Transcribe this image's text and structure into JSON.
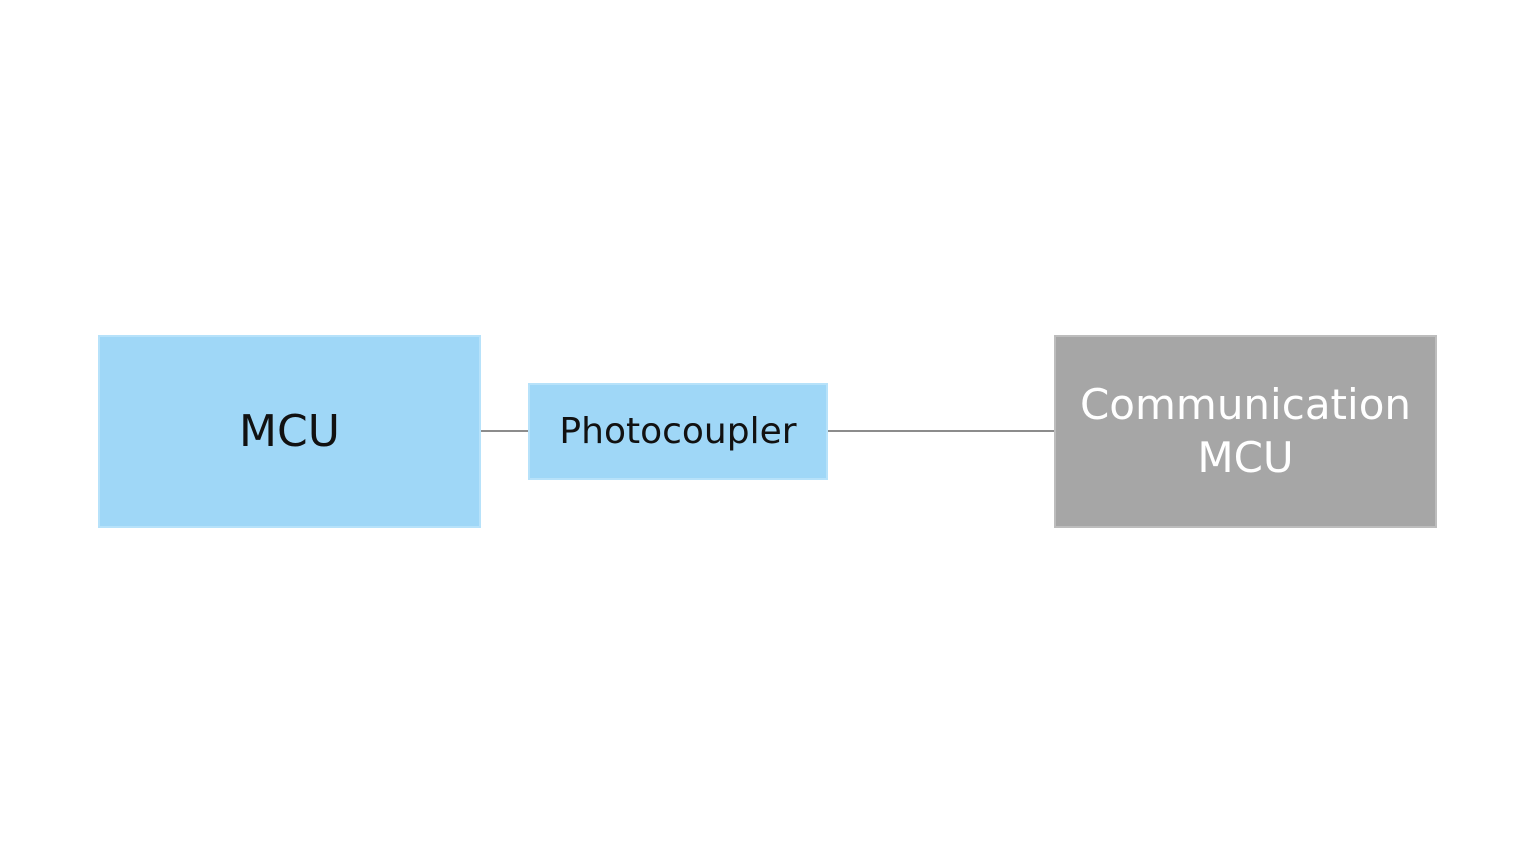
{
  "diagram": {
    "blocks": {
      "mcu": {
        "label": "MCU",
        "fill": "#9fd7f7",
        "text_color": "#111111"
      },
      "photocoupler": {
        "label": "Photocoupler",
        "fill": "#9fd7f7",
        "text_color": "#111111"
      },
      "communication_mcu": {
        "label_line_1": "Communication",
        "label_line_2": "MCU",
        "fill": "#a6a6a6",
        "text_color": "#ffffff"
      }
    },
    "connectors": [
      {
        "from": "MCU",
        "to": "Photocoupler"
      },
      {
        "from": "Photocoupler",
        "to": "Communication MCU"
      }
    ],
    "connector_color": "#8c8c8c"
  }
}
